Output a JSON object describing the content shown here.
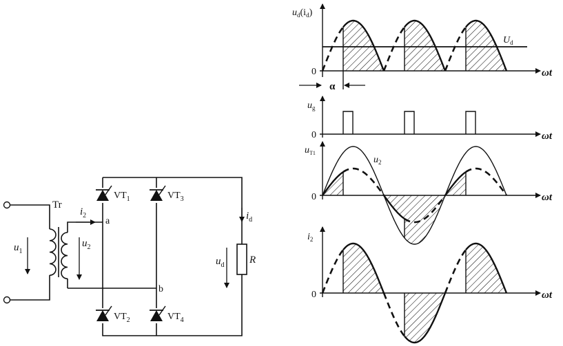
{
  "circuit": {
    "transformer": "Tr",
    "primary_voltage": "u",
    "primary_sub": "1",
    "secondary_voltage": "u",
    "secondary_sub": "2",
    "secondary_current": "i",
    "secondary_current_sub": "2",
    "node_a": "a",
    "node_b": "b",
    "thyristors": [
      {
        "name": "VT",
        "sub": "1"
      },
      {
        "name": "VT",
        "sub": "3"
      },
      {
        "name": "VT",
        "sub": "2"
      },
      {
        "name": "VT",
        "sub": "4"
      }
    ],
    "load_current": "i",
    "load_current_sub": "d",
    "load_voltage": "u",
    "load_voltage_sub": "d",
    "load": "R"
  },
  "waveforms": {
    "axis_var": "ωt",
    "origin": "0",
    "alpha": "α",
    "plot1": {
      "label": "u",
      "label_sub": "d",
      "label_extra": "(i",
      "label_extra_sub": "d",
      "label_close": ")",
      "avg": "U",
      "avg_sub": "d"
    },
    "plot2": {
      "label": "u",
      "label_sub": "g"
    },
    "plot3": {
      "label": "u",
      "label_sub": "T1",
      "curve": "u",
      "curve_sub": "2"
    },
    "plot4": {
      "label": "i",
      "label_sub": "2"
    }
  }
}
